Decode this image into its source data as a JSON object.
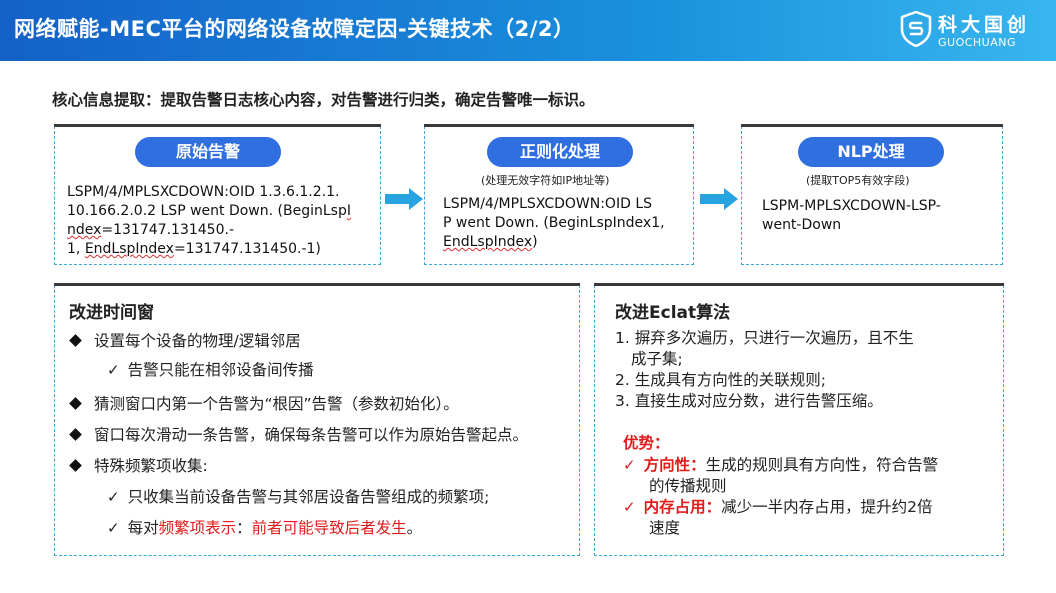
{
  "header": {
    "title": "网络赋能-MEC平台的网络设备故障定因-关键技术（2/2）",
    "logo_name": "科大国创",
    "logo_sub": "GUOCHUANG"
  },
  "subtitle": "核心信息提取：提取告警日志核心内容，对告警进行归类，确定告警唯一标识。",
  "cards": [
    {
      "label": "原始告警",
      "note": "",
      "line1": "LSPM/4/MPLSXCDOWN:OID 1.3.6.1.2.1.",
      "line2a": "10.166.2.0.2 LSP went Down. (BeginLsp",
      "line2b": "I",
      "line3a": "",
      "line3b": "ndex",
      "line3c": "=131747.131450.-",
      "line4a": "1, ",
      "line4b": "EndLspIndex",
      "line4c": "=131747.131450.-1)"
    },
    {
      "label": "正则化处理",
      "note": "(处理无效字符如IP地址等)",
      "line1": "LSPM/4/MPLSXCDOWN:OID LS",
      "line2": "P went Down. (BeginLspIndex1,",
      "line3a": " ",
      "line3b": "EndLspIndex",
      "line3c": ")"
    },
    {
      "label": "NLP处理",
      "note": "(提取TOP5有效字段)",
      "line1": "LSPM-MPLSXCDOWN-LSP-",
      "line2": "went-Down"
    }
  ],
  "left_box": {
    "title": "改进时间窗",
    "item1": "设置每个设备的物理/逻辑邻居",
    "item1_sub": "告警只能在相邻设备间传播",
    "item2": "猜测窗口内第一个告警为“根因”告警（参数初始化）。",
    "item3": "窗口每次滑动一条告警，确保每条告警可以作为原始告警起点。",
    "item4": "特殊频繁项收集:",
    "item4_sub1": "只收集当前设备告警与其邻居设备告警组成的频繁项;",
    "item4_sub2_prefix": "每对",
    "item4_sub2_red1": "频繁项表示",
    "item4_sub2_colon": "：",
    "item4_sub2_red2": "前者可能导致后者发生",
    "item4_sub2_end": "。"
  },
  "right_box": {
    "title": "改进Eclat算法",
    "step1_line1": "1. 摒弃多次遍历，只进行一次遍历，且不生",
    "step1_line2": "成子集;",
    "step2": "2. 生成具有方向性的关联规则;",
    "step3": "3. 直接生成对应分数，进行告警压缩。",
    "adv_title": "优势：",
    "adv1_label": "方向性：",
    "adv1_text": "生成的规则具有方向性，符合告警",
    "adv1_text2": "的传播规则",
    "adv2_label": "内存占用：",
    "adv2_text": "减少一半内存占用，提升约2倍",
    "adv2_text2": "速度"
  },
  "colors": {
    "header_start": "#1461c8",
    "header_end": "#38b6ef",
    "pill": "#2f6fe0",
    "arrow": "#27a3e0",
    "border": "#3ba6d8",
    "highlight": "#e31b1b"
  }
}
